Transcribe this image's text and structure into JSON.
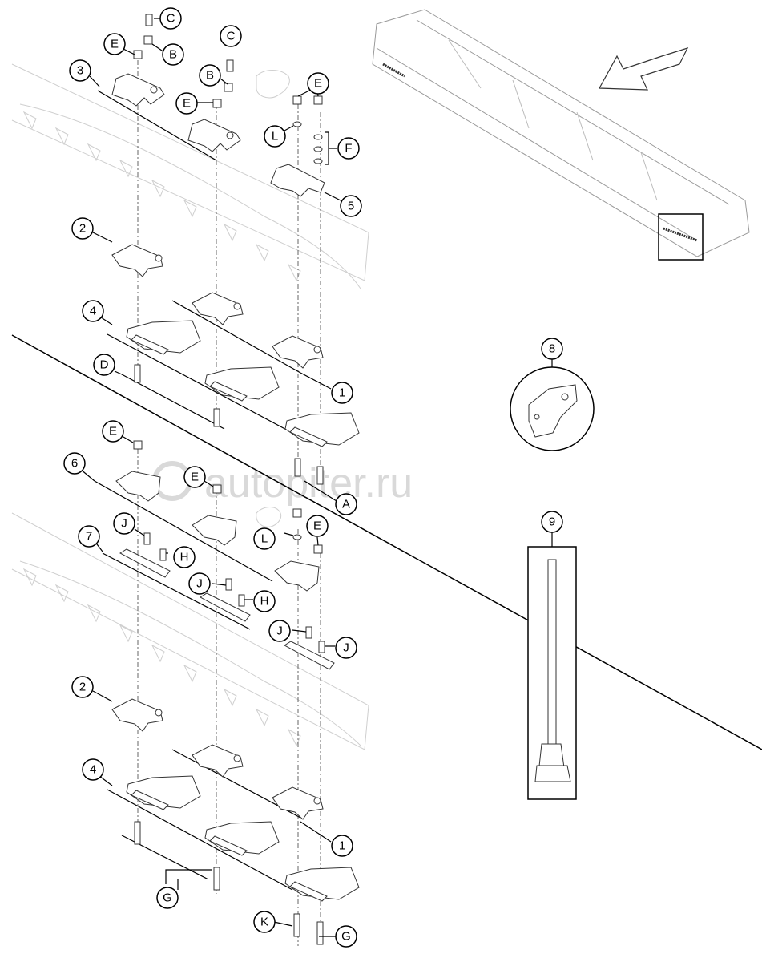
{
  "watermark": "autopiter.ru",
  "callouts": {
    "c3": "3",
    "c2a": "2",
    "c4a": "4",
    "c1a": "1",
    "c5": "5",
    "c6": "6",
    "c7": "7",
    "c2b": "2",
    "c4b": "4",
    "c1b": "1",
    "c8": "8",
    "c9": "9",
    "cC1": "C",
    "cC2": "C",
    "cB1": "B",
    "cB2": "B",
    "cE1": "E",
    "cE2": "E",
    "cE3": "E",
    "cE4": "E",
    "cE5": "E",
    "cE6": "E",
    "cL1": "L",
    "cL2": "L",
    "cF": "F",
    "cD": "D",
    "cA": "A",
    "cJ1": "J",
    "cJ2": "J",
    "cJ3": "J",
    "cH1": "H",
    "cH2": "H",
    "cJ4": "J",
    "cG1": "G",
    "cG2": "G",
    "cK": "K"
  }
}
